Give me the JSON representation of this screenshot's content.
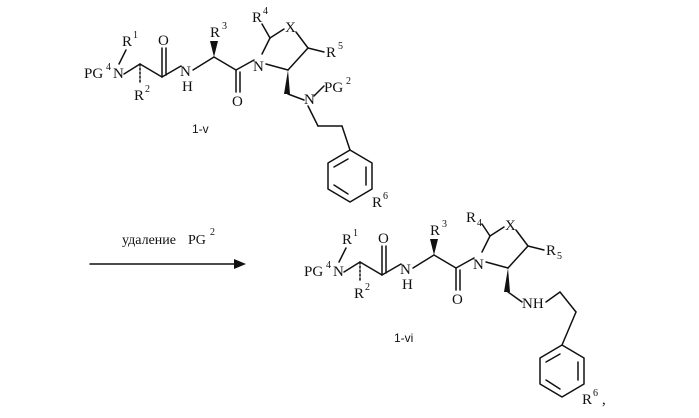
{
  "reaction": {
    "arrow_label_text": "удаление",
    "arrow_label_pg": "PG",
    "arrow_label_sup": "2"
  },
  "reactant": {
    "id": "1-v",
    "pg4": "PG",
    "pg4_sup": "4",
    "n": "N",
    "r1": "R",
    "r1_sup": "1",
    "r2": "R",
    "r2_sup": "2",
    "o1": "O",
    "nh_n": "N",
    "nh_h": "H",
    "r3": "R",
    "r3_sup": "3",
    "o2": "O",
    "ring_n": "N",
    "r4": "R",
    "r4_sup": "4",
    "x": "X",
    "r5": "R",
    "r5_sup": "5",
    "n2": "N",
    "pg2": "PG",
    "pg2_sup": "2",
    "r6": "R",
    "r6_sup": "6"
  },
  "product": {
    "id": "1-vi",
    "pg4": "PG",
    "pg4_sup": "4",
    "n": "N",
    "r1": "R",
    "r1_sup": "1",
    "r2": "R",
    "r2_sup": "2",
    "o1": "O",
    "nh_n": "N",
    "nh_h": "H",
    "r3": "R",
    "r3_sup": "3",
    "o2": "O",
    "ring_n": "N",
    "r4": "R",
    "r4_sub": "4",
    "x": "X",
    "r5": "R",
    "r5_sub": "5",
    "nh2": "NH",
    "r6": "R",
    "r6_sup": "6",
    "trailing_comma": ","
  }
}
